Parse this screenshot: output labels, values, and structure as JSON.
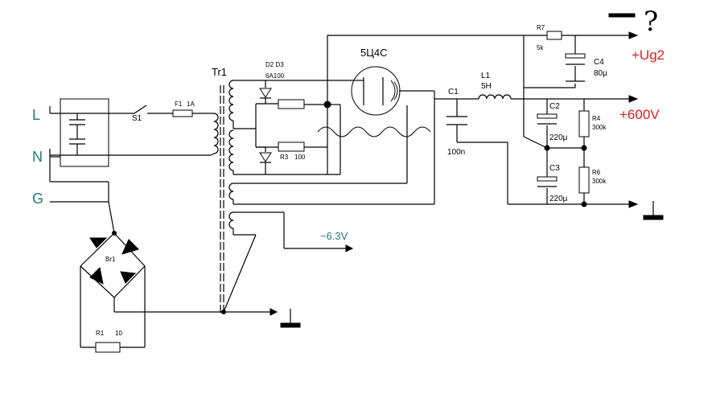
{
  "mains": {
    "L": "L",
    "N": "N",
    "G": "G"
  },
  "switch": {
    "label": "S1"
  },
  "fuse": {
    "label": "F1",
    "rating": "1A"
  },
  "transformer": {
    "label": "Tr1"
  },
  "diodes": {
    "labels": "D2  D3",
    "rating": "6A100"
  },
  "r3": {
    "label": "R3",
    "value": "100"
  },
  "tube": {
    "label": "5Ц4С"
  },
  "c1": {
    "label": "C1",
    "value": "100n"
  },
  "l1": {
    "label": "L1",
    "value": "5H"
  },
  "r7": {
    "label": "R7",
    "value": "5k"
  },
  "c4": {
    "label": "C4",
    "value": "80μ"
  },
  "c2": {
    "label": "C2",
    "value": "220μ"
  },
  "c3": {
    "label": "C3",
    "value": "220μ"
  },
  "r4": {
    "label": "R4",
    "value": "300k"
  },
  "r6": {
    "label": "R6",
    "value": "300k"
  },
  "bridge": {
    "label": "Br1"
  },
  "r1": {
    "label": "R1",
    "value": "10"
  },
  "outputs": {
    "ug2": "+Ug2",
    "hv": "+600V",
    "heater": "~6.3V"
  },
  "annotation": {
    "mark": "?"
  },
  "colors": {
    "output_red": "#e21b1b",
    "mains_teal": "#1f7a7a",
    "wire": "#000000"
  }
}
